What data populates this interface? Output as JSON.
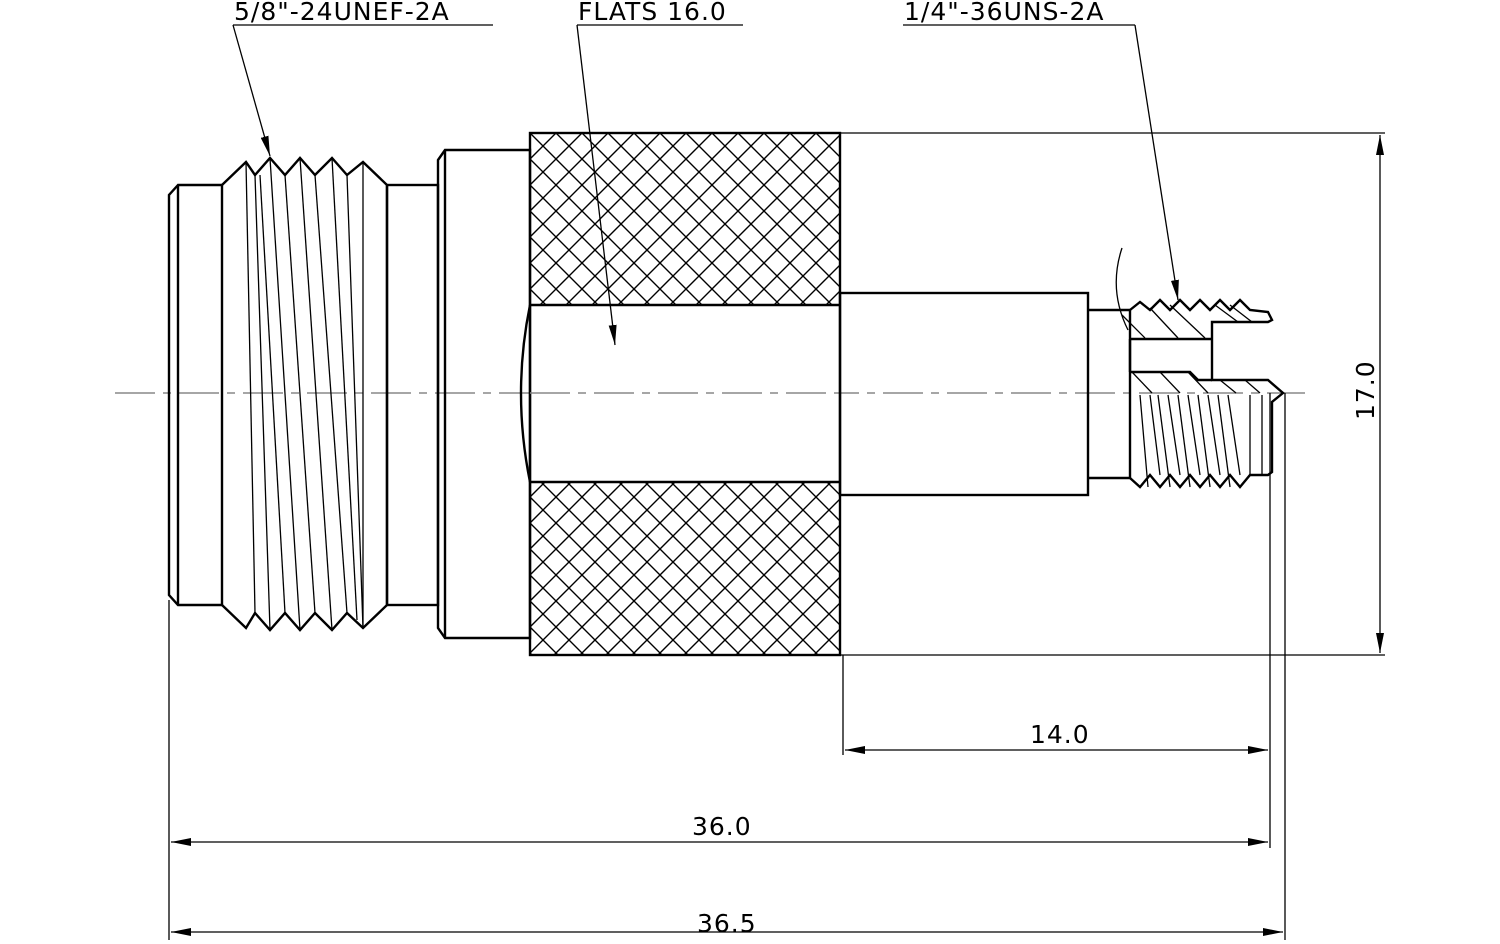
{
  "callouts": {
    "thread_left": "5/8\"-24UNEF-2A",
    "flats": "FLATS 16.0",
    "thread_right": "1/4\"-36UNS-2A"
  },
  "dimensions": {
    "height": "17.0",
    "shaft_length": "14.0",
    "overall_length": "36.0",
    "total_length": "36.5"
  },
  "colors": {
    "line": "#000000",
    "centerline": "#888888"
  }
}
